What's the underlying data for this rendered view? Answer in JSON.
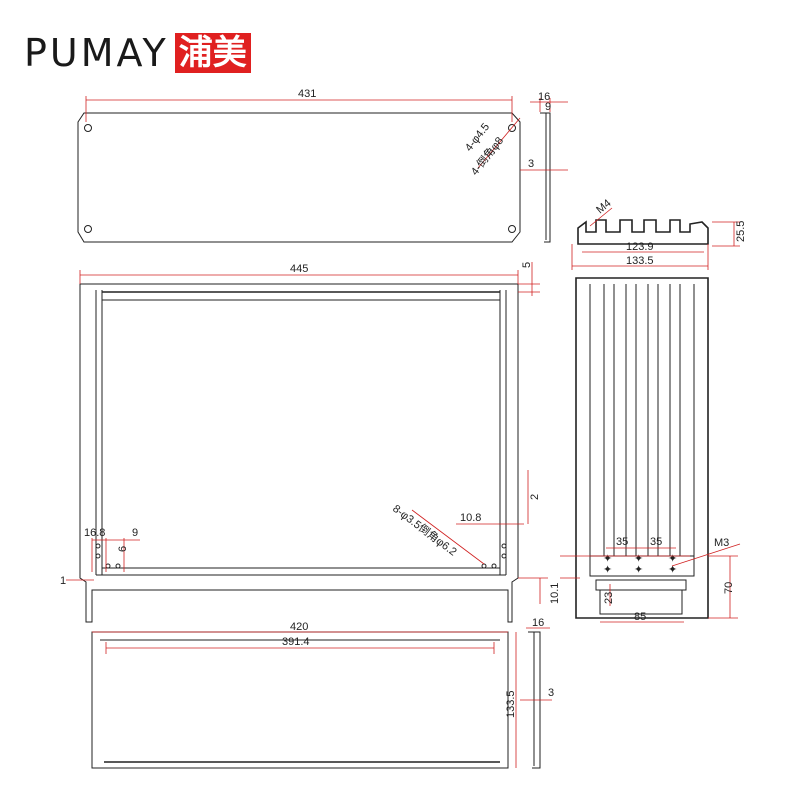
{
  "logo": {
    "brand": "PUMAY",
    "brand_cn": "浦美"
  },
  "dimensions": {
    "top_panel_width": "431",
    "top_panel_edge": "16",
    "top_panel_edge_small": "9",
    "top_panel_thickness": "3",
    "hole_spec": "4-φ4.5",
    "hole_countersink": "4-倒角φ8",
    "profile_inner_width": "123.9",
    "profile_outer_width": "133.5",
    "profile_height": "25.5",
    "thread_top": "M4",
    "frame_width": "445",
    "frame_top_gap": "5",
    "frame_hole_spec": "8-φ3.5倒角φ6.2",
    "frame_hole_offset": "10.8",
    "frame_small_gap": "2",
    "frame_edge_h": "10.1",
    "left_dim_a": "16.8",
    "left_dim_b": "9",
    "left_dim_c": "6",
    "left_dim_1": "1",
    "side_spacing_a": "35",
    "side_spacing_b": "35",
    "thread_side": "M3",
    "side_height": "70",
    "side_slot_w": "85",
    "side_slot_h": "23",
    "bottom_panel_width": "420",
    "bottom_panel_inner": "391.4",
    "bottom_panel_height": "133.5",
    "bottom_panel_thickness": "3",
    "bottom_panel_edge": "16"
  },
  "colors": {
    "dimension_line": "#d02020",
    "outline": "#222222",
    "logo_red": "#e02020"
  }
}
